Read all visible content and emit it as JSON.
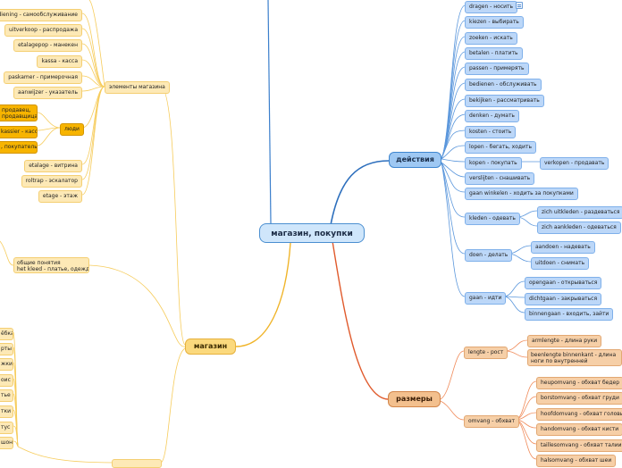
{
  "central": "магазин, покупки",
  "deistvia": {
    "label": "действия",
    "items": [
      "dragen - носить",
      "kiezen - выбирать",
      "zoeken - искать",
      "betalen - платить",
      "passen - примерять",
      "bedienen - обслуживать",
      "bekijken - рассматривать",
      "denken - думать",
      "kosten - стоить",
      "lopen - бегать, ходить",
      "kopen - покупать",
      "verkopen - продавать",
      "verslijten - снашивать",
      "gaan winkelen - ходить за покупками",
      "kleden - одевать",
      "zich uitkleden - раздеваться",
      "zich aankleden - одеваться",
      "doen - делать",
      "aandoen - надевать",
      "uitdoen - снимать",
      "gaan - идти",
      "opengaan - открываться",
      "dichtgaan - закрываться",
      "binnengaan - входить, зайти"
    ]
  },
  "razmery": {
    "label": "размеры",
    "lengte": "lengte - рост",
    "lengte_items": [
      "armlengte - длина руки",
      "beenlengte binnenkant - длина ноги по внутренней поверхности"
    ],
    "omvang": "omvang - обхват",
    "omvang_items": [
      "heupomvang - обхват бедер",
      "borstomvang - обхват груди",
      "hoofdomvang - обхват головы",
      "handomvang - обхват кисти",
      "taillesomvang - обхват талии",
      "halsomvang - обхват шеи"
    ]
  },
  "magazin": {
    "label": "магазин",
    "elementy": "элементы магазина",
    "elementy_items": [
      "bediening - самообслуживание",
      "uitverkoop - распродажа",
      "etalagepop - манекен",
      "kassa - касса",
      "paskamer - примерочная",
      "aanwijzer - указатель"
    ],
    "ljudi": "люди",
    "ljudi_items": [
      "продавец, продавщица",
      "kassier - кассир",
      ", покупатель"
    ],
    "more_items": [
      "etalage - витрина",
      "roltrap - эскалатор",
      "etage - этаж"
    ],
    "obshie": "общие понятия\nhet kleed - платье, одежда",
    "partial_items": [
      "ёбка",
      "рты",
      "жки",
      "оис",
      "тье",
      "тки",
      "тус",
      "шон"
    ]
  }
}
